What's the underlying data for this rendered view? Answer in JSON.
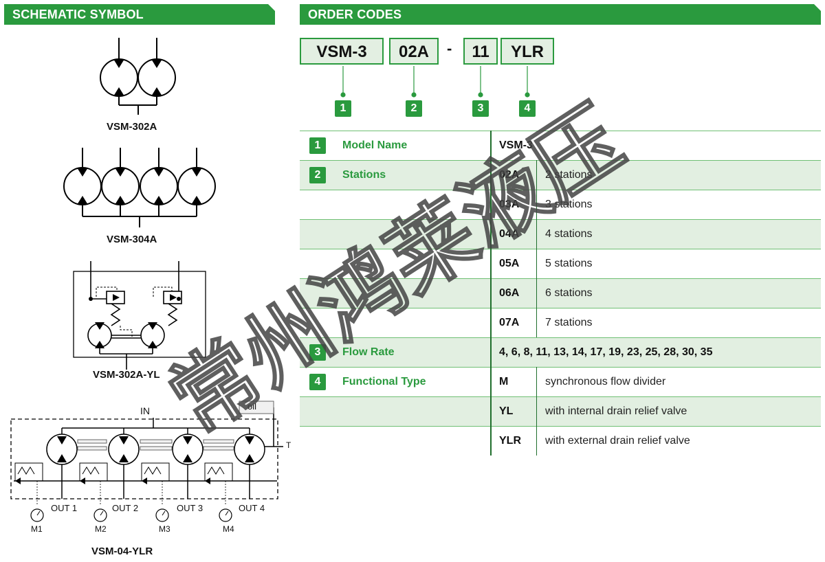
{
  "left": {
    "header": "SCHEMATIC SYMBOL",
    "symbols": {
      "vsm302a": "VSM-302A",
      "vsm304a": "VSM-304A",
      "vsm302ayl": "VSM-302A-YL",
      "vsm04ylr": "VSM-04-YLR"
    },
    "circuit_labels": {
      "in": "IN",
      "oil": "oil",
      "t": "T",
      "outs": [
        "OUT 1",
        "OUT 2",
        "OUT 3",
        "OUT 4"
      ],
      "gauges": [
        "M1",
        "M2",
        "M3",
        "M4"
      ]
    }
  },
  "right": {
    "header": "ORDER CODES",
    "codes": [
      "VSM-3",
      "02A",
      "11",
      "YLR"
    ],
    "dash": "-",
    "badges": [
      "1",
      "2",
      "3",
      "4"
    ],
    "table": {
      "rows": [
        {
          "num": "1",
          "label": "Model Name",
          "code": "VSM-3",
          "desc": ""
        },
        {
          "num": "2",
          "label": "Stations",
          "code": "02A",
          "desc": "2 stations"
        },
        {
          "num": "",
          "label": "",
          "code": "03A",
          "desc": "3 stations"
        },
        {
          "num": "",
          "label": "",
          "code": "04A",
          "desc": "4 stations"
        },
        {
          "num": "",
          "label": "",
          "code": "05A",
          "desc": "5 stations"
        },
        {
          "num": "",
          "label": "",
          "code": "06A",
          "desc": "6 stations"
        },
        {
          "num": "",
          "label": "",
          "code": "07A",
          "desc": "7 stations"
        },
        {
          "num": "3",
          "label": "Flow Rate",
          "code": "4, 6, 8, 11, 13, 14, 17, 19, 23, 25, 28, 30, 35",
          "desc": ""
        },
        {
          "num": "4",
          "label": "Functional Type",
          "code": "M",
          "desc": "synchronous flow divider"
        },
        {
          "num": "",
          "label": "",
          "code": "YL",
          "desc": "with internal drain relief valve"
        },
        {
          "num": "",
          "label": "",
          "code": "YLR",
          "desc": "with external drain relief valve"
        }
      ]
    }
  },
  "watermark": "常州鸿莱液压",
  "colors": {
    "accent": "#2a9a3e",
    "shade": "#e2efe1"
  }
}
